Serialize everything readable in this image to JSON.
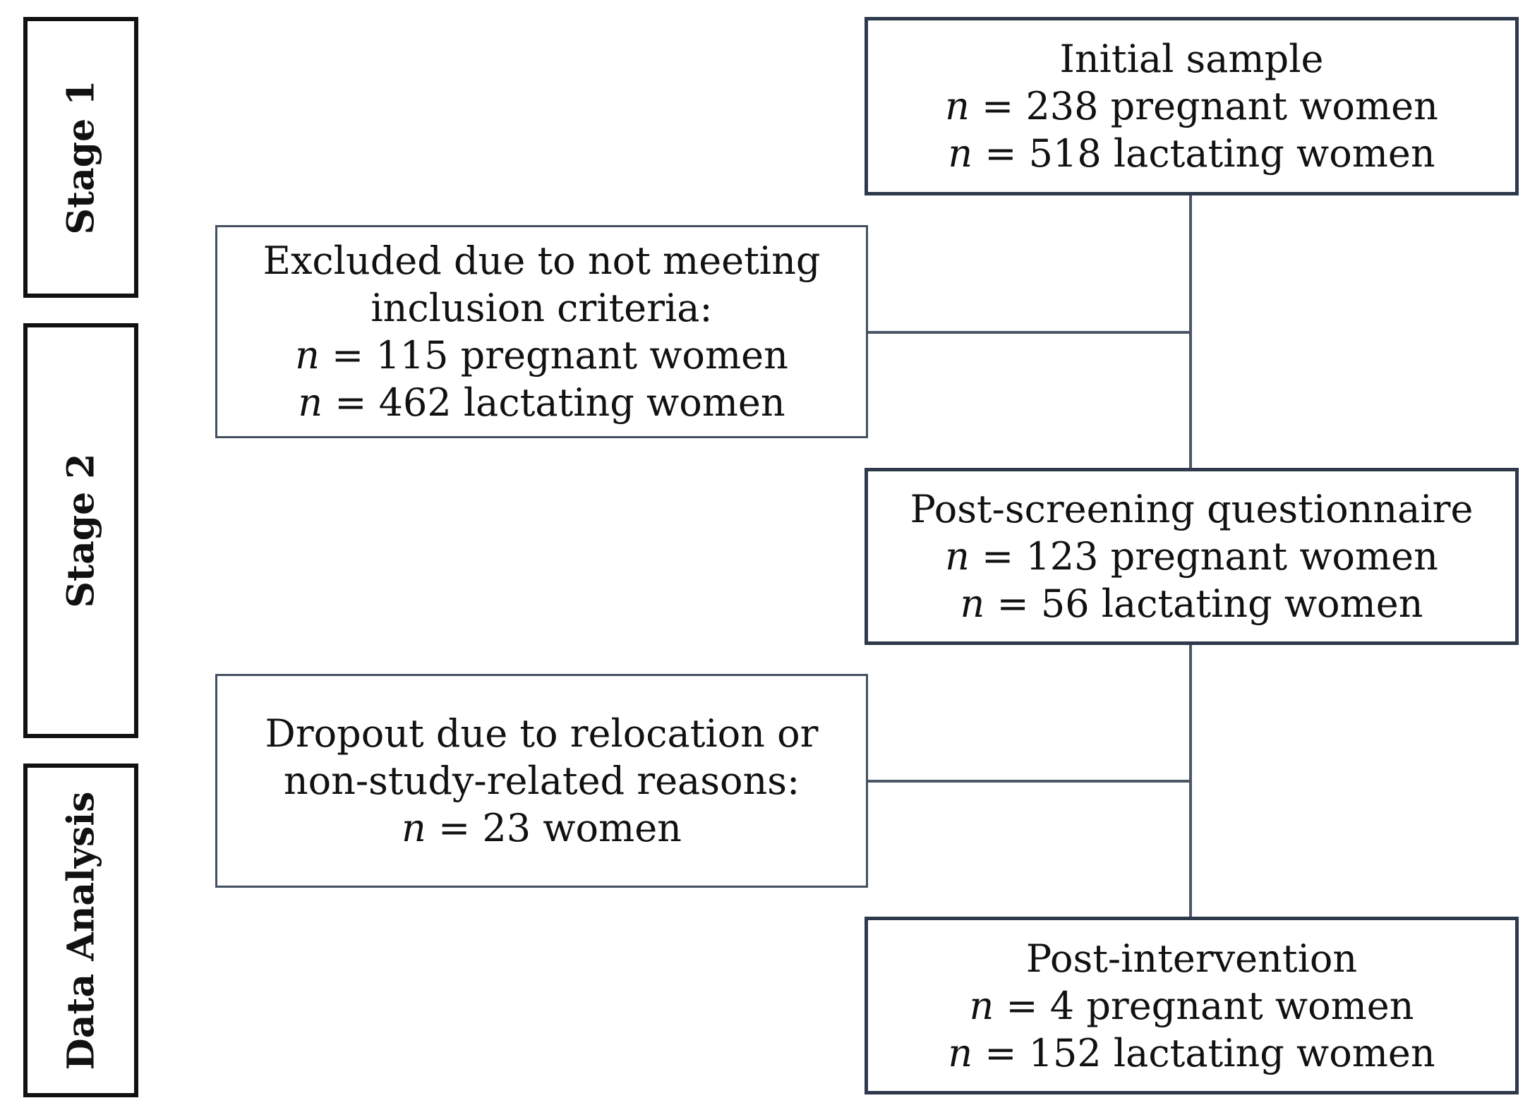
{
  "stages": [
    {
      "label": "Stage 1"
    },
    {
      "label": "Stage 2"
    },
    {
      "label": "Data Analysis"
    }
  ],
  "initial_sample": {
    "title": "Initial sample",
    "pregnant": {
      "n": "n",
      "text": " = 238 pregnant women"
    },
    "lactating": {
      "n": "n",
      "text": " = 518 lactating women"
    }
  },
  "excluded": {
    "line1": "Excluded due to not meeting",
    "line2": "inclusion criteria:",
    "pregnant": {
      "n": "n",
      "text": " = 115 pregnant women"
    },
    "lactating": {
      "n": "n",
      "text": " = 462 lactating women"
    }
  },
  "post_screening": {
    "title": "Post-screening questionnaire",
    "pregnant": {
      "n": "n",
      "text": " = 123 pregnant women"
    },
    "lactating": {
      "n": "n",
      "text": " = 56 lactating women"
    }
  },
  "dropout": {
    "line1": "Dropout due to relocation or",
    "line2": "non-study-related reasons:",
    "women": {
      "n": "n",
      "text": " = 23 women"
    }
  },
  "post_intervention": {
    "title": "Post-intervention",
    "pregnant": {
      "n": "n",
      "text": " = 4 pregnant women"
    },
    "lactating": {
      "n": "n",
      "text": " = 152 lactating women"
    }
  }
}
